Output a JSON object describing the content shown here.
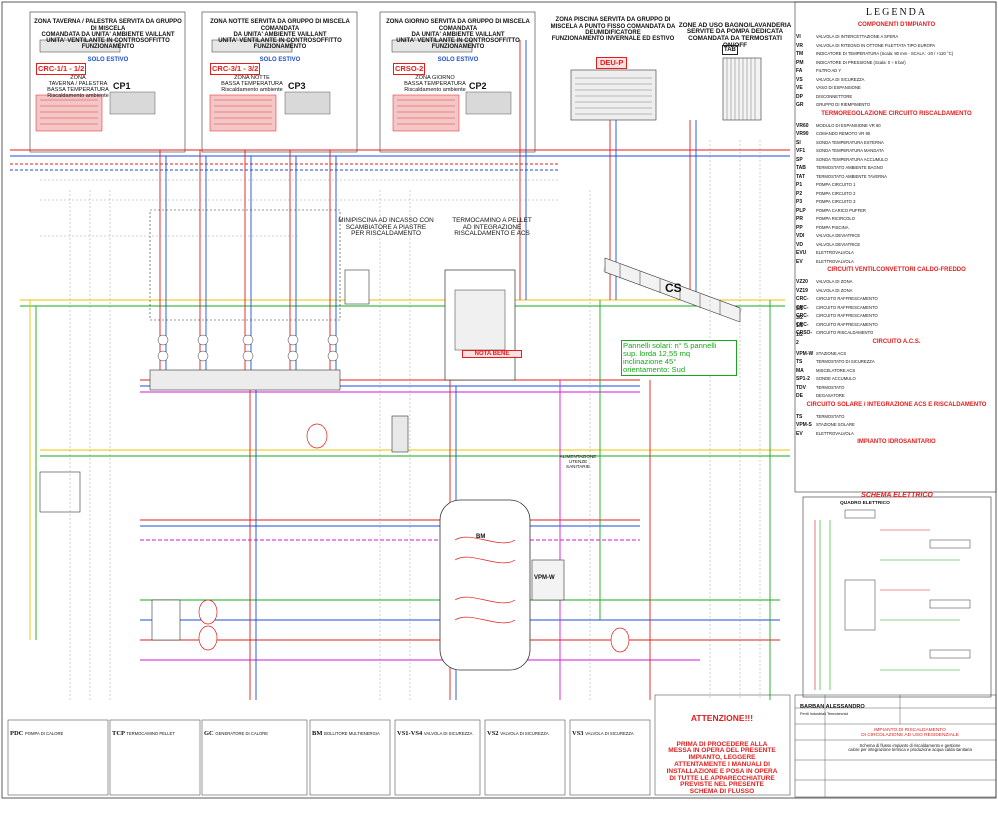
{
  "zones": [
    {
      "title": "ZONA TAVERNA / PALESTRA SERVITA DA GRUPPO DI MISCELA\nCOMANDATA DA UNITA' AMBIENTE VAILLANT\nUNITA' VENTILANTE IN CONTROSOFFITTO FUNZIONAMENTO",
      "mode": "SOLO ESTIVO"
    },
    {
      "title": "ZONA NOTTE SERVITA DA GRUPPO DI MISCELA COMANDATA\nDA UNITA' AMBIENTE VAILLANT\nUNITA' VENTILANTE IN CONTROSOFFITTO FUNZIONAMENTO",
      "mode": "SOLO ESTIVO"
    },
    {
      "title": "ZONA GIORNO SERVITA DA GRUPPO DI MISCELA COMANDATA\nDA UNITA' AMBIENTE VAILLANT\nUNITA' VENTILANTE IN CONTROSOFFITTO FUNZIONAMENTO",
      "mode": "SOLO ESTIVO"
    },
    {
      "title": "ZONA PISCINA SERVITA DA GRUPPO DI\nMISCELA A PUNTO FISSO COMANDATA DA\nDEUMIDIFICATORE\nFUNZIONAMENTO INVERNALE ED ESTIVO",
      "mode": ""
    },
    {
      "title": "ZONE AD USO BAGNO/LAVANDERIA\nSERVITE DA POMPA DEDICATA\nCOMANDATA DA TERMOSTATI ON/OFF",
      "mode": ""
    }
  ],
  "circuits": [
    {
      "code": "CRC-1/1 - 1/2",
      "desc": "ZONA\nTAVERNA / PALESTRA\nBASSA TEMPERATURA\nRiscaldamento ambiente",
      "pump": "CP1"
    },
    {
      "code": "CRC-3/1 - 3/2",
      "desc": "ZONA NOTTE\nBASSA TEMPERATURA\nRiscaldamento ambiente",
      "pump": "CP3"
    },
    {
      "code": "CRSO-2",
      "desc": "ZONA GIORNO\nBASSA TEMPERATURA\nRiscaldamento ambiente",
      "pump": "CP2"
    }
  ],
  "deu": "DEU-P",
  "tab": "TAB",
  "minipiscina": "MINIPISCINA AD INCASSO CON\nSCAMBIATORE A PIASTRE\nPER RISCALDAMENTO",
  "termocamino": "TERMOCAMINO A PELLET\nAD INTEGRAZIONE\nRISCALDAMENTO E ACS",
  "cs": "CS",
  "solar_note": "Pannelli solari: n° 5 pannelli\nsup. lorda 12,55 mq\ninclinazione 45°\norientamento: Sud",
  "nota_bene": "NOTA BENE",
  "vpm_w": "VPM-W",
  "bm": "BM",
  "alimentazione": "ALIMENTAZIONE\nUTENZE\nSANITARIE",
  "attenzione": {
    "title": "ATTENZIONE!!!",
    "text": "PRIMA DI PROCEDERE ALLA\nMESSA IN OPERA DEL PRESENTE\nIMPIANTO, LEGGERE\nATTENTAMENTE I MANUALI DI\nINSTALLAZIONE E POSA IN OPERA\nDI TUTTE LE APPARECCHIATURE\nPREVISTE NEL PRESENTE\nSCHEMA DI FLUSSO"
  },
  "legend": {
    "title": "LEGENDA",
    "sections": [
      {
        "header": "COMPONENTI D'IMPIANTO",
        "rows": [
          {
            "code": "VI",
            "desc": "VALVOLA DI INTERCETTAZIONE A SFERA"
          },
          {
            "code": "VR",
            "desc": "VALVOLA DI RITEGNO IN OTTONE FILETTATA TIPO EUROPA"
          },
          {
            "code": "TM",
            "desc": "INDICATORE DI TEMPERATURA (Scala: 80 mm - SCALA: -20 / +120 °C)"
          },
          {
            "code": "PM",
            "desc": "INDICATORE DI PRESSIONE (Scala: 0 ÷ 6 bar)"
          },
          {
            "code": "FA",
            "desc": "FILTRO AD Y"
          },
          {
            "code": "VS",
            "desc": "VALVOLA DI SICUREZZA"
          },
          {
            "code": "VE",
            "desc": "VASO DI ESPANSIONE"
          },
          {
            "code": "DP",
            "desc": "DISCONNETTORE"
          },
          {
            "code": "GR",
            "desc": "GRUPPO DI RIEMPIMENTO"
          }
        ]
      },
      {
        "header": "TERMOREGOLAZIONE CIRCUITO RISCALDAMENTO",
        "rows": [
          {
            "code": "VR60",
            "desc": "MODULO DI ESPANSIONE VR 60"
          },
          {
            "code": "VR90",
            "desc": "COMANDO REMOTO VR 90"
          },
          {
            "code": "SI",
            "desc": "SONDA TEMPERATURA ESTERNA"
          },
          {
            "code": "VF1",
            "desc": "SONDA TEMPERATURA MANDATA"
          },
          {
            "code": "SP",
            "desc": "SONDA TEMPERATURA ACCUMULO"
          },
          {
            "code": "TAB",
            "desc": "TERMOSTATO AMBIENTE BAGNO"
          },
          {
            "code": "TAT",
            "desc": "TERMOSTATO AMBIENTE TAVERNA"
          },
          {
            "code": "P1",
            "desc": "POMPA CIRCUITO 1"
          },
          {
            "code": "P2",
            "desc": "POMPA CIRCUITO 2"
          },
          {
            "code": "P3",
            "desc": "POMPA CIRCUITO 3"
          },
          {
            "code": "PLP",
            "desc": "POMPA CARICO PUFFER"
          },
          {
            "code": "PR",
            "desc": "POMPA RICIRCOLO"
          },
          {
            "code": "PP",
            "desc": "POMPA PISCINA"
          },
          {
            "code": "VDI",
            "desc": "VALVOLA DEVIATRICE"
          },
          {
            "code": "VD",
            "desc": "VALVOLA DEVIATRICE"
          },
          {
            "code": "EVU",
            "desc": "ELETTROVALVOLA"
          },
          {
            "code": "EV",
            "desc": "ELETTROVALVOLA"
          }
        ]
      },
      {
        "header": "CIRCUITI VENTILCONVETTORI CALDO-FREDDO",
        "rows": [
          {
            "code": "VZ20",
            "desc": "VALVOLA DI ZONA"
          },
          {
            "code": "VZ19",
            "desc": "VALVOLA DI ZONA"
          },
          {
            "code": "CRC-3/1",
            "desc": "CIRCUITO RAFFRESCAMENTO"
          },
          {
            "code": "CRC-3/2",
            "desc": "CIRCUITO RAFFRESCAMENTO"
          },
          {
            "code": "CRC-1/1",
            "desc": "CIRCUITO RAFFRESCAMENTO"
          },
          {
            "code": "CRC-1/2",
            "desc": "CIRCUITO RAFFRESCAMENTO"
          },
          {
            "code": "CRSO-2",
            "desc": "CIRCUITO RISCALDAMENTO"
          }
        ]
      },
      {
        "header": "CIRCUITO A.C.S.",
        "rows": [
          {
            "code": "VPM-W",
            "desc": "STAZIONE ACS"
          },
          {
            "code": "TS",
            "desc": "TERMOSTATO DI SICUREZZA"
          },
          {
            "code": "MA",
            "desc": "MISCELATORE ACS"
          },
          {
            "code": "SP1-2",
            "desc": "SONDE ACCUMULO"
          },
          {
            "code": "TDV",
            "desc": "TERMOSTATO"
          },
          {
            "code": "DE",
            "desc": "DEGASATORE"
          }
        ]
      },
      {
        "header": "CIRCUITO SOLARE / INTEGRAZIONE ACS E RISCALDAMENTO",
        "rows": [
          {
            "code": "TS",
            "desc": "TERMOSTATO"
          },
          {
            "code": "VPM-S",
            "desc": "STAZIONE SOLARE"
          },
          {
            "code": "EV",
            "desc": "ELETTROVALVOLA"
          }
        ]
      },
      {
        "header": "IMPIANTO IDROSANITARIO",
        "rows": []
      }
    ]
  },
  "schema_elettrico": "SCHEMA ELETTRICO",
  "quadro": "QUADRO ELETTRICO",
  "bottom_tables": [
    {
      "code": "PDC",
      "title": "POMPA DI CALORE"
    },
    {
      "code": "TCP",
      "title": "TERMOCAMINO PELLET"
    },
    {
      "code": "GC",
      "title": "GENERATORE DI CALORE"
    },
    {
      "code": "BM",
      "title": "BOLLITORE MULTIENERGIA"
    },
    {
      "code": "VS1-VS4",
      "title": "VALVOLA DI SICUREZZA"
    },
    {
      "code": "VS2",
      "title": "VALVOLA DI SICUREZZA"
    },
    {
      "code": "VS3",
      "title": "VALVOLA DI SICUREZZA"
    }
  ],
  "titleblock": {
    "name": "BARBAN ALESSANDRO",
    "role": "Periti Industriali Termotecnici",
    "project": "IMPIANTO DI RISCALDAMENTO\nDI CIRCOLAZIONE AD USO RESIDENZIALE",
    "desc": "Schema di flusso impianto di riscaldamento e gestione\ncalore per integrazione termica e produzione acqua calda sanitaria"
  },
  "colors": {
    "hot": "#e31c1c",
    "cold": "#1b4ed8",
    "green": "#17a81b",
    "yellow": "#e8c400",
    "magenta": "#d01ad0"
  }
}
